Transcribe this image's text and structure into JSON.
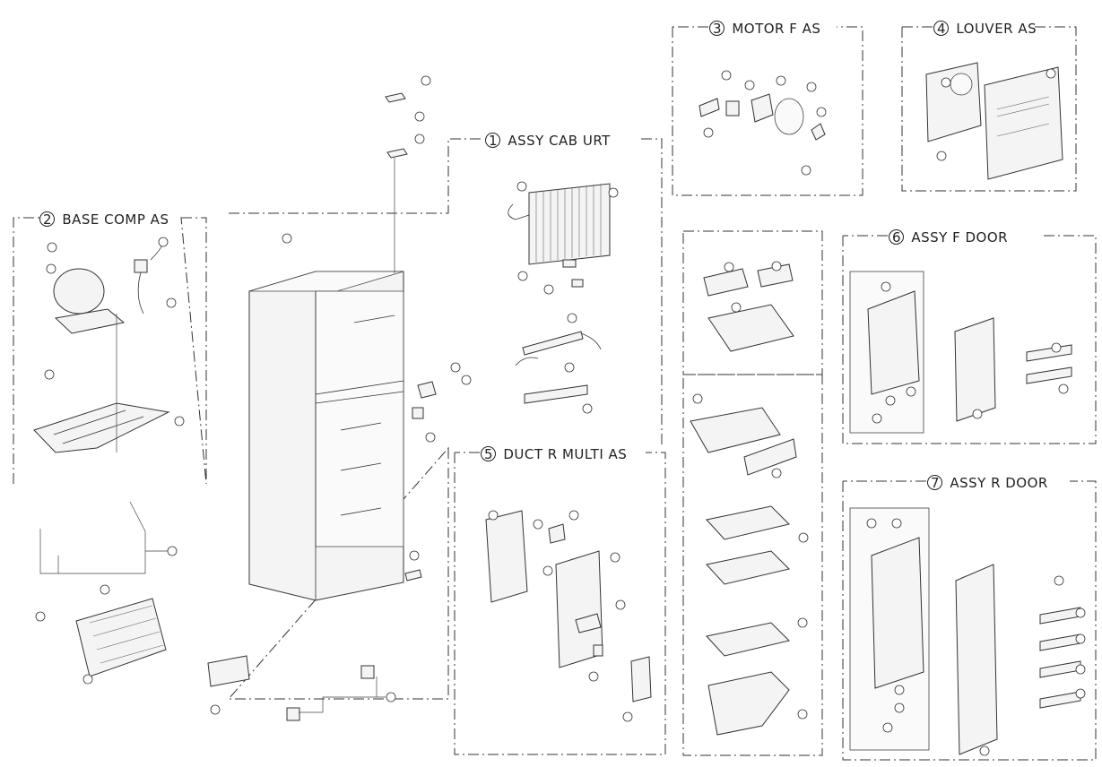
{
  "groups": {
    "assy_cab_urt": {
      "num": "1",
      "title": "ASSY CAB URT"
    },
    "base_comp_as": {
      "num": "2",
      "title": "BASE COMP AS"
    },
    "motor_f_as": {
      "num": "3",
      "title": "MOTOR F AS"
    },
    "louver_as": {
      "num": "4",
      "title": "LOUVER AS"
    },
    "duct_r_multi_as": {
      "num": "5",
      "title": "DUCT R MULTI AS"
    },
    "assy_f_door": {
      "num": "6",
      "title": "ASSY F DOOR"
    },
    "assy_r_door": {
      "num": "7",
      "title": "ASSY R DOOR"
    }
  }
}
